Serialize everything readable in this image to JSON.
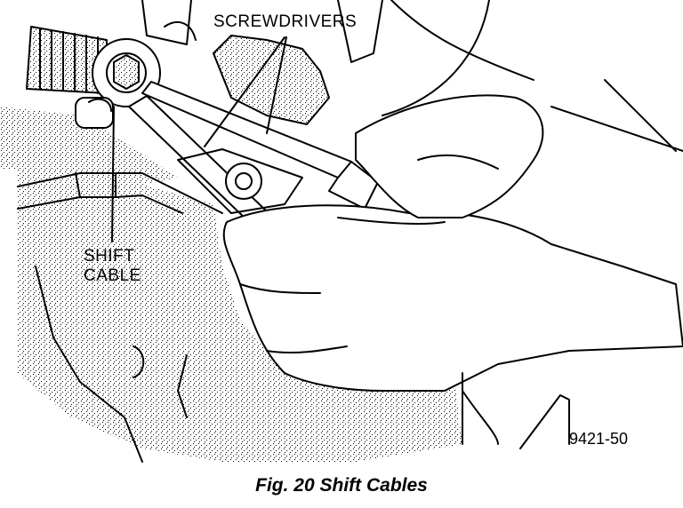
{
  "callouts": {
    "screwdrivers": "SCREWDRIVERS",
    "shift_cable_line1": "SHIFT",
    "shift_cable_line2": "CABLE"
  },
  "figure_id": "9421-50",
  "caption": "Fig. 20 Shift Cables"
}
